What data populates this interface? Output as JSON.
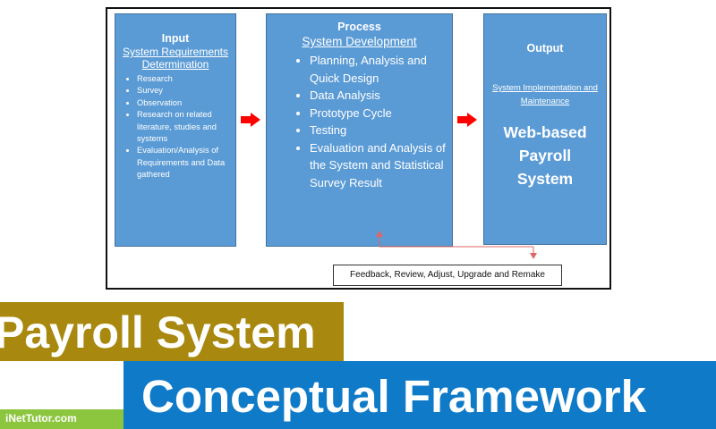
{
  "diagram": {
    "input": {
      "title": "Input",
      "subtitle": "System Requirements Determination",
      "items": [
        "Research",
        "Survey",
        "Observation",
        "Research on related literature, studies and systems",
        "Evaluation/Analysis of Requirements and Data gathered"
      ]
    },
    "process": {
      "title": "Process",
      "subtitle": "System Development",
      "items": [
        "Planning, Analysis and Quick Design",
        "Data Analysis",
        "Prototype Cycle",
        "Testing",
        "Evaluation and Analysis of the System and Statistical Survey Result"
      ]
    },
    "output": {
      "title": "Output",
      "subtitle": "System Implementation and Maintenance",
      "main": "Web-based Payroll System"
    },
    "feedback": "Feedback, Review, Adjust, Upgrade and Remake",
    "colors": {
      "box_fill": "#5b9bd5",
      "arrow": "#ff0000",
      "feedback_line": "#e06666"
    }
  },
  "banner": {
    "line1": "Payroll System",
    "line2": "Conceptual Framework",
    "site": "iNetTutor.com",
    "colors": {
      "line1_bg": "#a8880e",
      "line2_bg": "#0f7ac8",
      "site_bg": "#8cc63f"
    }
  }
}
